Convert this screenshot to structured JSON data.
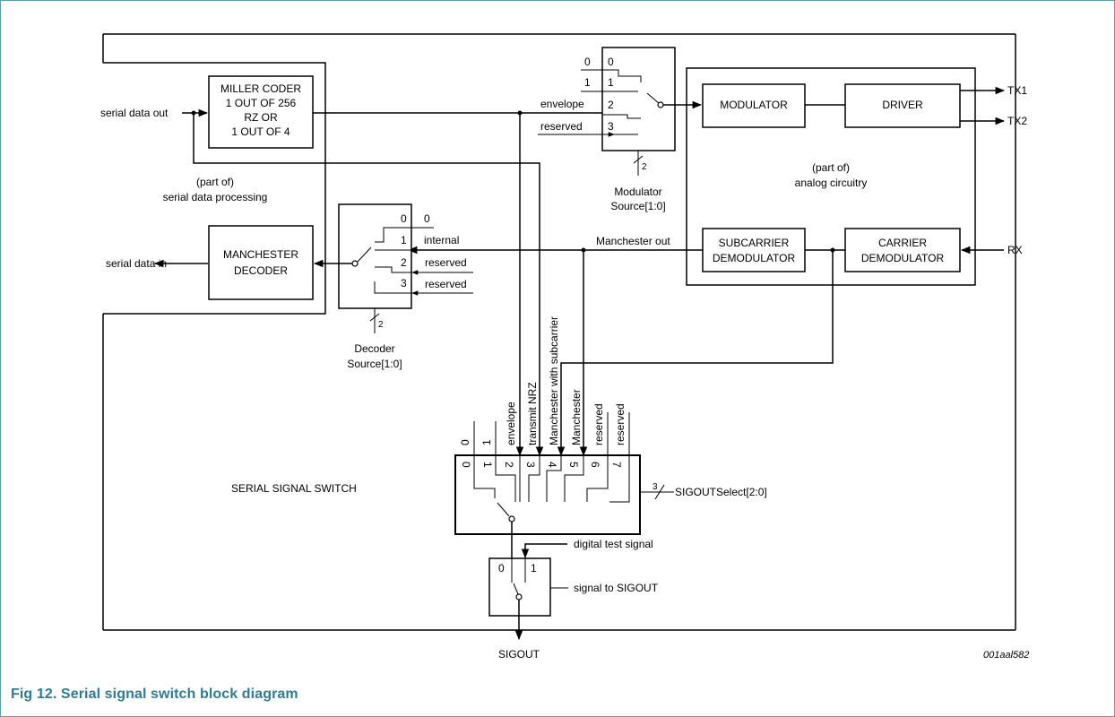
{
  "caption": "Fig 12.   Serial signal switch block diagram",
  "figure_ref": "001aal582",
  "blocks": {
    "miller_coder": [
      "MILLER CODER",
      "1 OUT OF 256",
      "RZ OR",
      "1 OUT OF 4"
    ],
    "manchester_decoder": [
      "MANCHESTER",
      "DECODER"
    ],
    "modulator": "MODULATOR",
    "driver": "DRIVER",
    "subcarrier_demodulator": [
      "SUBCARRIER",
      "DEMODULATOR"
    ],
    "carrier_demodulator": [
      "CARRIER",
      "DEMODULATOR"
    ],
    "serial_data_processing": [
      "(part of)",
      "serial data processing"
    ],
    "analog_circuitry": [
      "(part of)",
      "analog circuitry"
    ],
    "serial_signal_switch": "SERIAL SIGNAL SWITCH"
  },
  "signals": {
    "serial_data_out": "serial data out",
    "serial_data_in": "serial data in",
    "tx1": "TX1",
    "tx2": "TX2",
    "rx": "RX",
    "manchester_out": "Manchester out",
    "sigout": "SIGOUT",
    "digital_test_signal": "digital test signal",
    "signal_to_sigout": "signal to SIGOUT",
    "sigout_select": "SIGOUTSelect[2:0]",
    "sigout_select_width": "3"
  },
  "modulator_mux": {
    "inputs": [
      "0",
      "1",
      "envelope",
      "reserved"
    ],
    "ports": [
      "0",
      "1",
      "2",
      "3"
    ],
    "select_width": "2",
    "select_label": [
      "Modulator",
      "Source[1:0]"
    ]
  },
  "decoder_mux": {
    "inputs": [
      "0",
      "internal",
      "reserved",
      "reserved"
    ],
    "ports": [
      "0",
      "1",
      "2",
      "3"
    ],
    "select_width": "2",
    "select_label": [
      "Decoder",
      "Source[1:0]"
    ]
  },
  "serial_switch": {
    "inputs": [
      "0",
      "1",
      "envelope",
      "transmit NRZ",
      "Manchester with subcarrier",
      "Manchester",
      "reserved",
      "reserved"
    ],
    "ports": [
      "0",
      "1",
      "2",
      "3",
      "4",
      "5",
      "6",
      "7"
    ]
  },
  "output_switch": {
    "ports": [
      "0",
      "1"
    ]
  }
}
